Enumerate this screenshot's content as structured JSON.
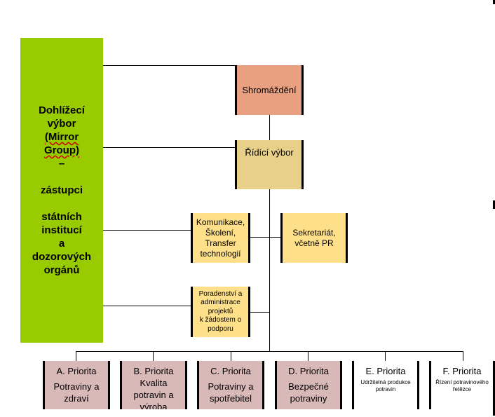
{
  "supervisory": {
    "line1": "Dohlížecí",
    "line2": "výbor",
    "line3": "(Mirror",
    "line4": "Group)",
    "line5": "–",
    "line6": "zástupci",
    "line7": "státních",
    "line8": "institucí",
    "line9": "a",
    "line10": "dozorových",
    "line11": "orgánů"
  },
  "assembly": "Shromáždění",
  "steering": "Řídící výbor",
  "communication": [
    "Komunikace,",
    "Školení,",
    "Transfer",
    "technologií"
  ],
  "secretariat": [
    "Sekretariát,",
    "včetně PR"
  ],
  "advisory": [
    "Poradenství a",
    "administrace",
    "projektů",
    "k žádostem o",
    "podporu"
  ],
  "priorities": [
    {
      "title": "A. Priorita",
      "lines": [
        "Potraviny a",
        "zdraví"
      ]
    },
    {
      "title": "B. Priorita",
      "lines": [
        "Kvalita",
        "potravin a",
        "výroba"
      ]
    },
    {
      "title": "C. Priorita",
      "lines": [
        "Potraviny a",
        "spotřebitel"
      ]
    },
    {
      "title": "D. Priorita",
      "lines": [
        "Bezpečné",
        "potraviny"
      ]
    },
    {
      "title": "E. Priorita",
      "lines": [
        "Udržitelná produkce",
        "potravin"
      ]
    },
    {
      "title": "F. Priorita",
      "lines": [
        "Řízení potravinového",
        "řetězce"
      ]
    }
  ],
  "colors": {
    "supervisory": "#99cc00",
    "assembly": "#e8a080",
    "steering": "#e8d08a",
    "support": "#ffe08a",
    "priority": "#d9b8b8"
  }
}
